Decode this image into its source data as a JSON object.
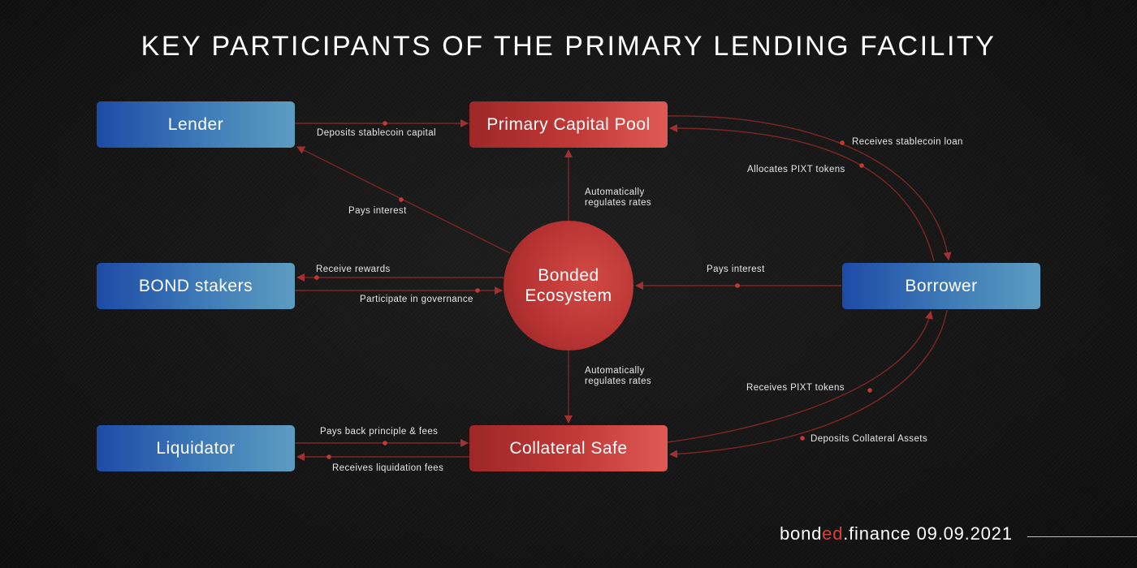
{
  "title": "KEY PARTICIPANTS OF THE PRIMARY LENDING FACILITY",
  "nodes": {
    "lender": "Lender",
    "bond_stakers": "BOND stakers",
    "liquidator": "Liquidator",
    "primary_capital_pool": "Primary Capital Pool",
    "collateral_safe": "Collateral Safe",
    "borrower": "Borrower",
    "bonded_ecosystem_line1": "Bonded",
    "bonded_ecosystem_line2": "Ecosystem"
  },
  "edges": {
    "deposits_stablecoin_capital": "Deposits stablecoin capital",
    "pays_interest_lender": "Pays interest",
    "auto_regulates_top_1": "Automatically",
    "auto_regulates_top_2": "regulates rates",
    "auto_regulates_bottom_1": "Automatically",
    "auto_regulates_bottom_2": "regulates rates",
    "receive_rewards": "Receive rewards",
    "participate_governance": "Participate in governance",
    "pays_interest_borrower": "Pays interest",
    "receives_stablecoin_loan": "Receives stablecoin loan",
    "allocates_pixt_tokens": "Allocates PIXT tokens",
    "receives_pixt_tokens": "Receives PIXT tokens",
    "deposits_collateral_assets": "Deposits Collateral Assets",
    "pays_back_principle": "Pays back principle & fees",
    "receives_liquidation_fees": "Receives liquidation fees"
  },
  "footer": {
    "brand_part1": "bond",
    "brand_part2": "ed",
    "brand_part3": ".finance",
    "date": "09.09.2021"
  },
  "colors": {
    "blue_start": "#1d4ba6",
    "blue_end": "#5d9cc0",
    "red_start": "#9e2727",
    "red_end": "#e05a55",
    "arrow": "#8a2a2a",
    "background": "#141414"
  }
}
